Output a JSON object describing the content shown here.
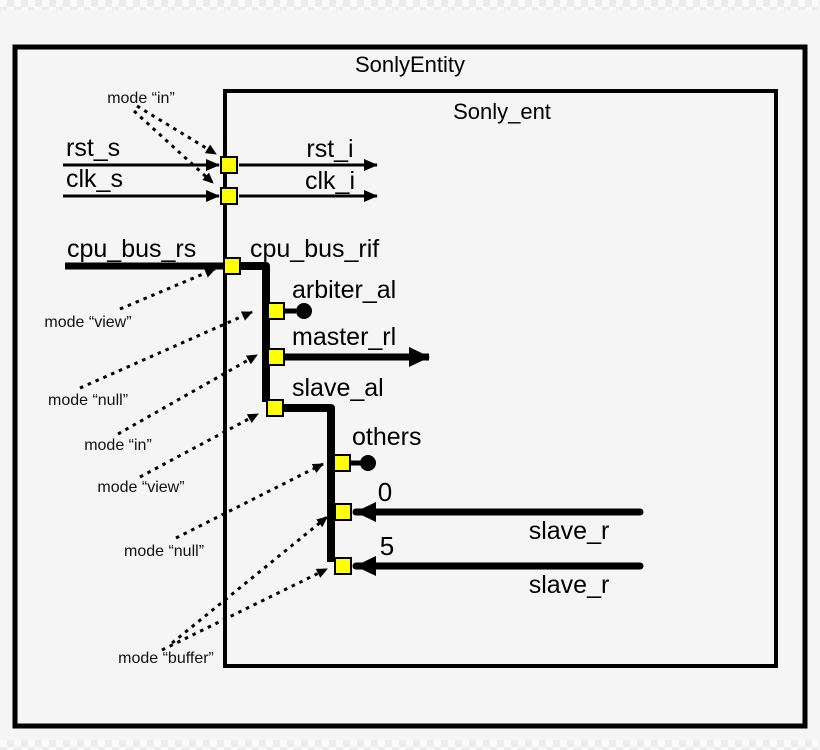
{
  "colors": {
    "background": "#f5f5f5",
    "line": "#000000",
    "port_fill": "#ffff00",
    "text": "#000000"
  },
  "outer_entity": {
    "title": "SonlyEntity"
  },
  "inner_entity": {
    "title": "Sonly_ent"
  },
  "ports": {
    "rst": {
      "signal": "rst_s",
      "internal": "rst_i"
    },
    "clk": {
      "signal": "clk_s",
      "internal": "clk_i"
    },
    "cpu_bus": {
      "signal": "cpu_bus_rs",
      "internal": "cpu_bus_rif"
    },
    "arbiter": {
      "internal": "arbiter_al"
    },
    "master": {
      "internal": "master_rl"
    },
    "slave_al": {
      "internal": "slave_al"
    },
    "others": {
      "internal": "others"
    },
    "slave0": {
      "index": "0",
      "signal": "slave_r"
    },
    "slave5": {
      "index": "5",
      "signal": "slave_r"
    }
  },
  "mode_annotations": {
    "in_ports": "mode “in”",
    "view_bus": "mode “view”",
    "null_arbiter": "mode “null”",
    "in_master": "mode “in”",
    "view_slave": "mode “view”",
    "null_others": "mode “null”",
    "buffer_slaves": "mode “buffer”"
  }
}
